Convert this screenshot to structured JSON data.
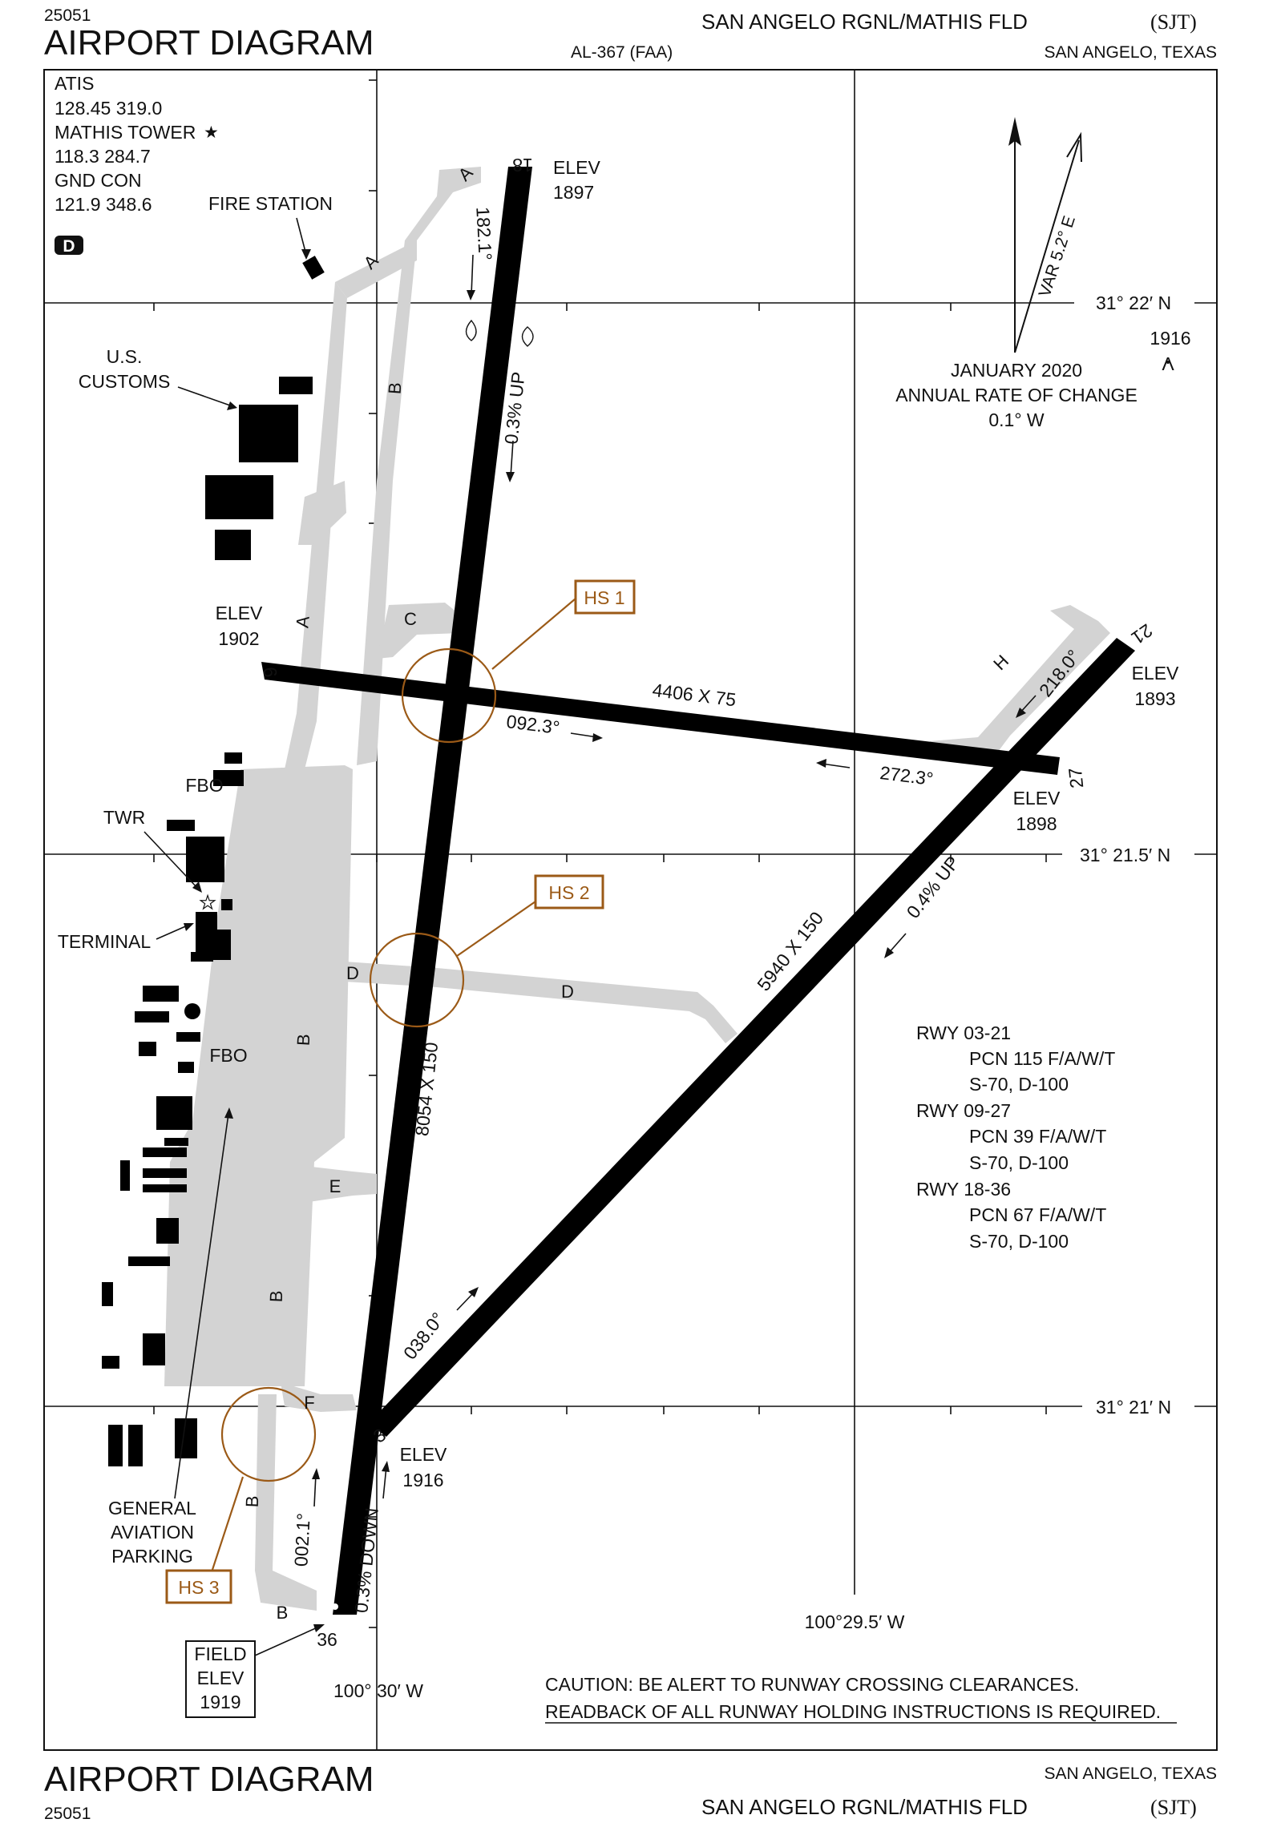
{
  "header": {
    "volume_number": "25051",
    "title": "AIRPORT DIAGRAM",
    "procedure_id": "AL-367 (FAA)",
    "airport_name": "SAN ANGELO RGNL/MATHIS FLD",
    "airport_id": "(SJT)",
    "location": "SAN ANGELO, TEXAS"
  },
  "footer": {
    "title": "AIRPORT DIAGRAM",
    "volume_number": "25051",
    "location": "SAN ANGELO, TEXAS",
    "airport_name": "SAN ANGELO RGNL/MATHIS FLD",
    "airport_id": "(SJT)"
  },
  "comms": {
    "atis_label": "ATIS",
    "atis_freq": "128.45  319.0",
    "tower_label": "MATHIS TOWER",
    "tower_freq": "118.3  284.7",
    "ground_label": "GND CON",
    "ground_freq": "121.9  348.6",
    "d_symbol": "D"
  },
  "compass": {
    "variation": "VAR 5.2° E",
    "epoch": "JANUARY 2020",
    "rate_label": "ANNUAL RATE OF CHANGE",
    "rate_value": "0.1° W"
  },
  "obstacle": {
    "elevation": "1916",
    "symbol": "Λ"
  },
  "grid": {
    "lat_22": "31° 22′ N",
    "lat_215": "31° 21.5′ N",
    "lat_21": "31° 21′ N",
    "lon_30": "100° 30′ W",
    "lon_295": "100°29.5′ W"
  },
  "runways": {
    "r18": {
      "number": "18",
      "elev_label": "ELEV",
      "elev": "1897",
      "heading": "182.1°",
      "slope": "0.3% UP"
    },
    "r36": {
      "number": "36",
      "heading": "002.1°",
      "slope": "0.3% DOWN",
      "dims": "8054 X 150"
    },
    "r9": {
      "number": "9",
      "elev_label": "ELEV",
      "elev": "1902",
      "heading": "092.3°",
      "dims": "4406 X 75"
    },
    "r27": {
      "number": "27",
      "elev_label": "ELEV",
      "elev": "1898",
      "heading": "272.3°"
    },
    "r21": {
      "number": "21",
      "elev_label": "ELEV",
      "elev": "1893",
      "heading": "218.0°",
      "slope": "0.4% UP"
    },
    "r3": {
      "number": "3",
      "elev_label": "ELEV",
      "elev": "1916",
      "heading": "038.0°",
      "dims": "5940 X 150"
    }
  },
  "taxiways": {
    "A": "A",
    "B": "B",
    "C": "C",
    "D": "D",
    "E": "E",
    "F": "F",
    "H": "H"
  },
  "hotspots": {
    "hs1": "HS 1",
    "hs2": "HS 2",
    "hs3": "HS 3"
  },
  "facilities": {
    "fire_station": "FIRE STATION",
    "customs_l1": "U.S.",
    "customs_l2": "CUSTOMS",
    "fbo_north": "FBO",
    "twr": "TWR",
    "terminal": "TERMINAL",
    "fbo_south": "FBO",
    "ga_l1": "GENERAL",
    "ga_l2": "AVIATION",
    "ga_l3": "PARKING"
  },
  "field_elev": {
    "l1": "FIELD",
    "l2": "ELEV",
    "value": "1919"
  },
  "pcn": {
    "rwy_0321": "RWY 03-21",
    "rwy_0321_pcn": "PCN 115 F/A/W/T",
    "rwy_0321_gear": "S-70, D-100",
    "rwy_0927": "RWY 09-27",
    "rwy_0927_pcn": "PCN 39 F/A/W/T",
    "rwy_0927_gear": "S-70, D-100",
    "rwy_1836": "RWY 18-36",
    "rwy_1836_pcn": "PCN 67 F/A/W/T",
    "rwy_1836_gear": "S-70, D-100"
  },
  "caution": {
    "line1": "CAUTION:  BE ALERT TO RUNWAY CROSSING CLEARANCES.",
    "line2": "READBACK OF ALL RUNWAY HOLDING INSTRUCTIONS IS REQUIRED."
  },
  "colors": {
    "runway": "#000000",
    "taxiway": "#d3d3d3",
    "hotspot": "#9b5a17",
    "ink": "#111111"
  }
}
